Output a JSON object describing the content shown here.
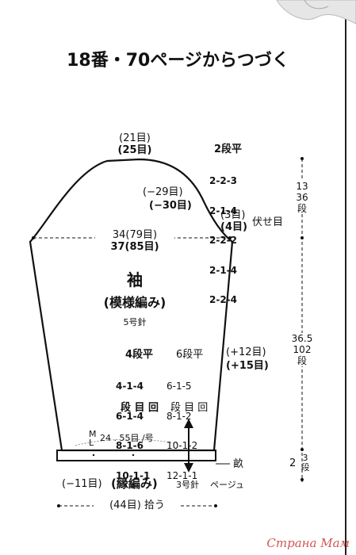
{
  "header": {
    "title": "18番・70ページからつづく"
  },
  "cap": {
    "top_a": "(21目)",
    "top_b": "(25目)",
    "shaping_header": "2段平",
    "shaping_rows": [
      "2-2-3",
      "2-1-4",
      "2-2-2",
      "2-1-4",
      "2-2-4"
    ],
    "dec_a": "(−29目)",
    "dec_b": "(−30目)",
    "bind_a": "(3目)",
    "bind_b": "(4目)",
    "bind_label": "伏せ目"
  },
  "width_label": {
    "a": "34(79目)",
    "b": "37(85目)"
  },
  "center": {
    "title": "袖",
    "subtitle": "(模様編み)",
    "needle": "5号針"
  },
  "increases": {
    "left_header": "4段平",
    "left_rows": [
      "4-1-4",
      "6-1-4",
      "8-1-6",
      "10-1-1"
    ],
    "right_header": "6段平",
    "right_rows": [
      "6-1-5",
      "8-1-2",
      "10-1-2",
      "12-1-1"
    ],
    "legend": "段 目 回",
    "inc_a": "(+12目)",
    "inc_b": "(+15目)"
  },
  "bottom": {
    "size_m": "M",
    "size_l": "L",
    "cuff_measure": "24 . 55目 /号",
    "ribbing_dec": "(−11目)",
    "ribbing": "(縁編み)",
    "ribbing_needle": "3号針",
    "page_ref": "ページュ",
    "ribbing_note": "畝",
    "cast_on": "(44目) 拾う"
  },
  "right_measures": {
    "cap_cm": "13",
    "cap_rows": "36",
    "cap_unit": "段",
    "body_cm": "36.5",
    "body_rows": "102",
    "body_unit": "段",
    "rib_cm": "2",
    "rib_rows": "3",
    "rib_unit": "段"
  },
  "watermark": "Страна Мам"
}
